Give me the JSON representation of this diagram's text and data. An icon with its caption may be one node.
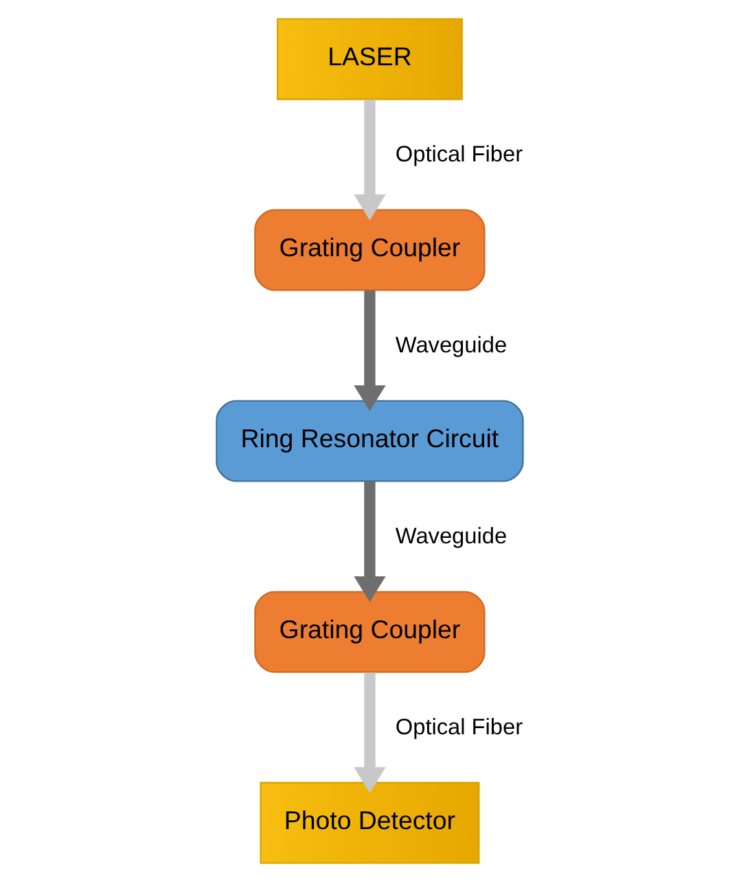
{
  "diagram": {
    "nodes": [
      {
        "text": [
          "LASER"
        ]
      },
      {
        "text": [
          "Grating Coupler"
        ]
      },
      {
        "text": [
          "Ring Resonator Circuit"
        ]
      },
      {
        "text": [
          "Grating Coupler"
        ]
      },
      {
        "text": [
          "Photo Detector"
        ]
      }
    ],
    "edges": [
      {
        "from": 0,
        "to": 1,
        "arrow": "to",
        "label": "Optical Fiber",
        "color": "#c8c8c8"
      },
      {
        "from": 1,
        "to": 2,
        "arrow": "to",
        "label": "Waveguide",
        "color": "#6e6e6e"
      },
      {
        "from": 2,
        "to": 3,
        "arrow": "to",
        "label": "Waveguide",
        "color": "#6e6e6e"
      },
      {
        "from": 3,
        "to": 4,
        "arrow": "to",
        "label": "Optical Fiber",
        "color": "#c8c8c8"
      }
    ]
  }
}
